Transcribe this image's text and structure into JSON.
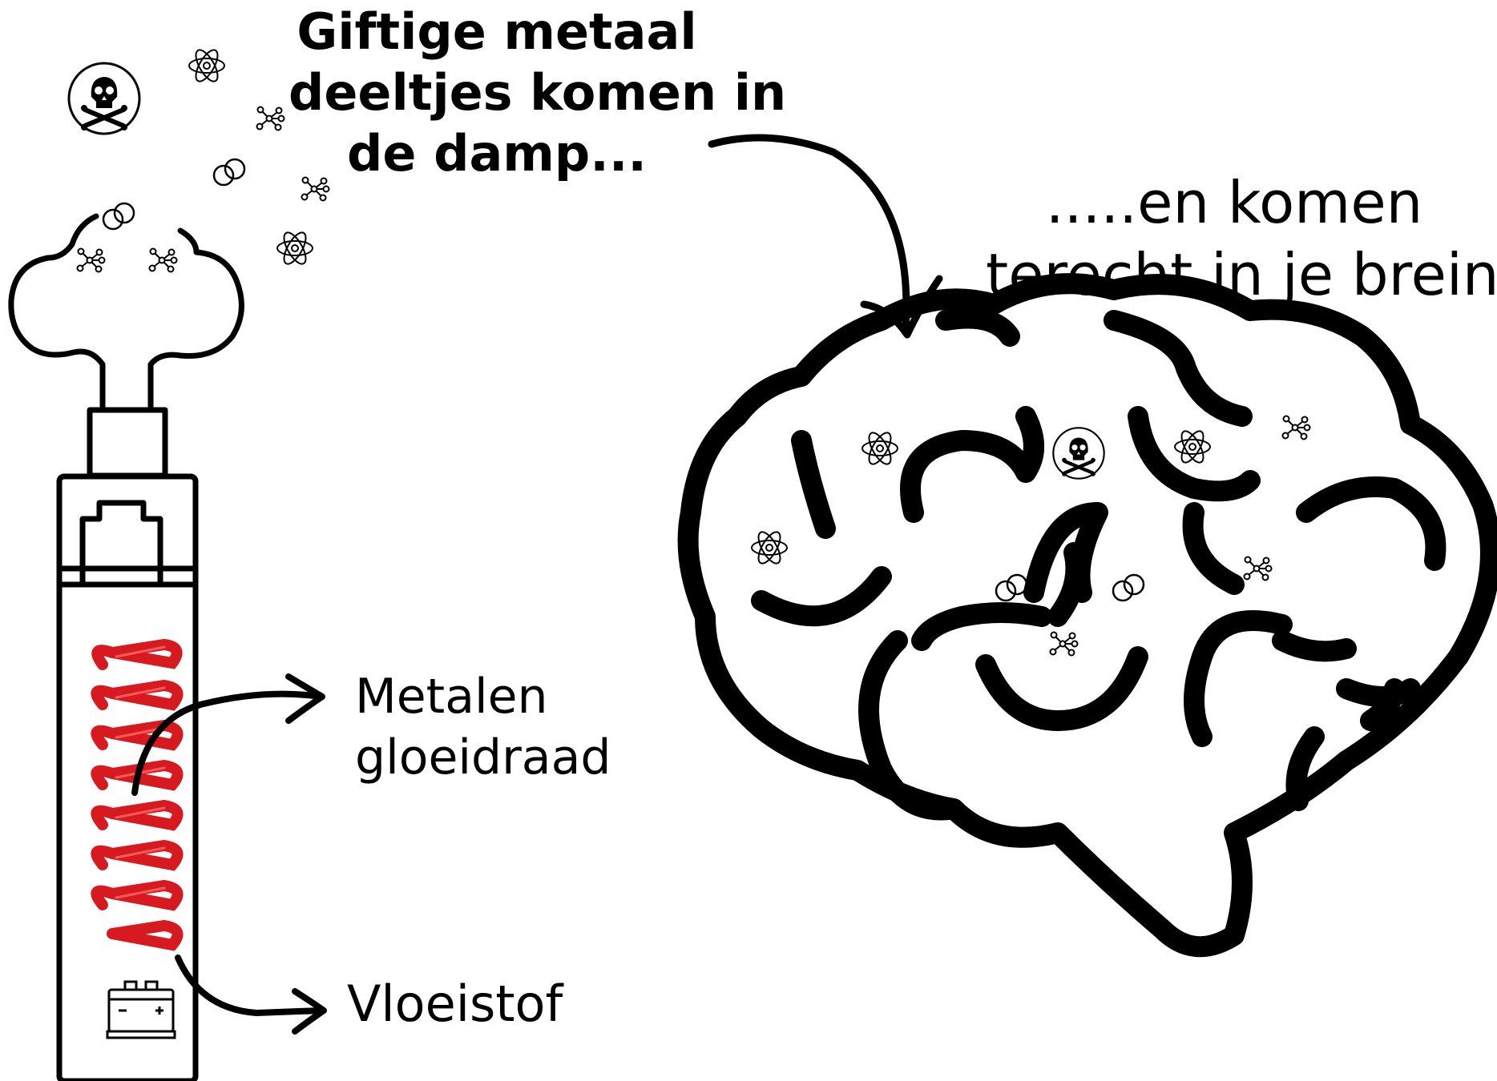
{
  "labels": {
    "top_caption": [
      "Giftige metaal",
      "deeltjes komen in",
      "de damp..."
    ],
    "brain_caption": [
      ".....en komen",
      "terecht in je brein"
    ],
    "coil_label": [
      "Metalen",
      "gloeidraad"
    ],
    "liquid_label": "Vloeistof"
  },
  "icons": {
    "vape": "vape-pen-icon",
    "cloud": "vapor-cloud-icon",
    "coil": "heating-coil-icon",
    "battery": "battery-icon",
    "skull": "skull-crossbones-icon",
    "atom": "atom-icon",
    "molecule": "molecule-icon",
    "particle": "metal-particle-icon",
    "brain": "brain-icon",
    "arrow": "curved-arrow-icon"
  },
  "colors": {
    "ink": "#000000",
    "coil": "#d71920",
    "coil_highlight": "#ff5a5a",
    "background": "#ffffff"
  }
}
